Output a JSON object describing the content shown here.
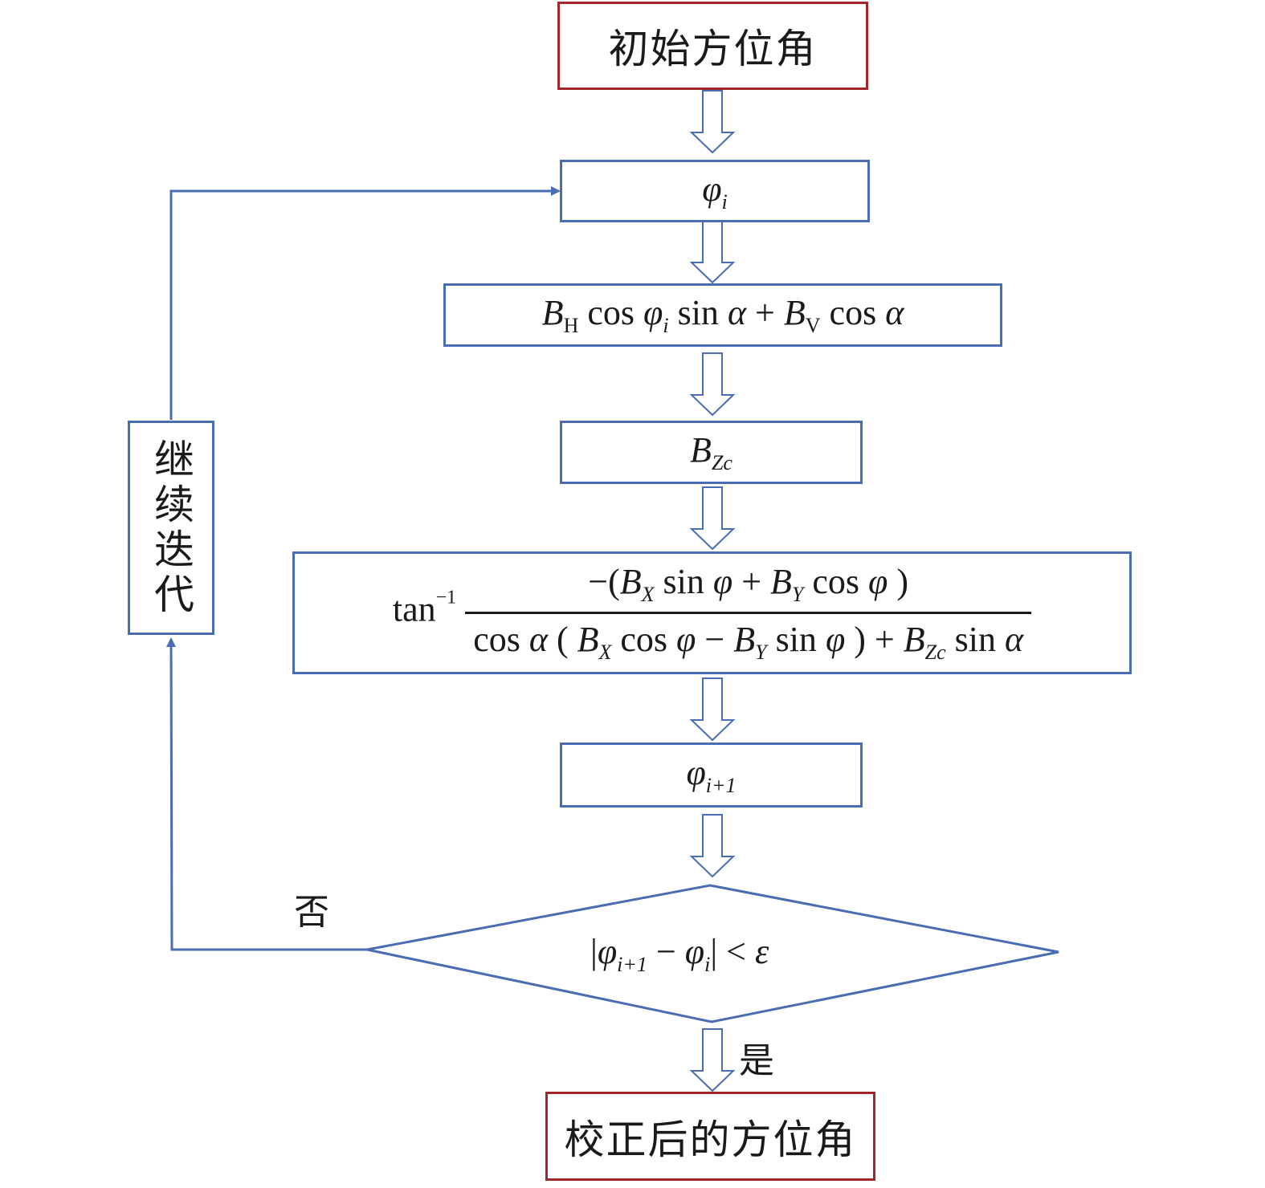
{
  "diagram": {
    "type": "flowchart",
    "colors": {
      "box_border": "#4a6cb3",
      "terminal_border": "#a0282d",
      "arrow": "#4a6cb3",
      "text": "#1a1a1a"
    },
    "nodes": {
      "start": {
        "label": "初始方位角"
      },
      "phi_i": {
        "symbol": "φ",
        "sub": "i"
      },
      "bz_formula": {
        "t1": "B",
        "t1_sub": "H",
        "t2": " cos ",
        "t3": "φ",
        "t3_sub": "i",
        "t4": " sin ",
        "t5": "α",
        "t6": " + ",
        "t7": "B",
        "t7_sub": "V",
        "t8": " cos ",
        "t9": "α"
      },
      "bzc": {
        "symbol": "B",
        "sub": "Zc"
      },
      "arctan": {
        "prefix": "tan",
        "prefix_sup": "−1",
        "numerator": {
          "a": "−(",
          "b": "B",
          "b_sub": "X",
          "c": " sin ",
          "d": "φ",
          "e": " + ",
          "f": "B",
          "f_sub": "Y",
          "g": " cos ",
          "h": "φ",
          "i": " )"
        },
        "denominator": {
          "a": "cos ",
          "b": "α",
          "c": " ( ",
          "d": "B",
          "d_sub": "X",
          "e": " cos ",
          "f": "φ",
          "g": " − ",
          "h": "B",
          "h_sub": "Y",
          "i": " sin ",
          "j": "φ",
          "k": " ) + ",
          "l": "B",
          "l_sub": "Zc",
          "m": " sin ",
          "n": "α"
        }
      },
      "phi_next": {
        "symbol": "φ",
        "sub": "i+1"
      },
      "decision": {
        "a": "|",
        "b": "φ",
        "b_sub": "i+1",
        "c": " − ",
        "d": "φ",
        "d_sub": "i",
        "e": "| < ",
        "f": "ε"
      },
      "end": {
        "label": "校正后的方位角"
      },
      "loop": {
        "label": "继续迭代"
      }
    },
    "edge_labels": {
      "no": "否",
      "yes": "是"
    }
  }
}
